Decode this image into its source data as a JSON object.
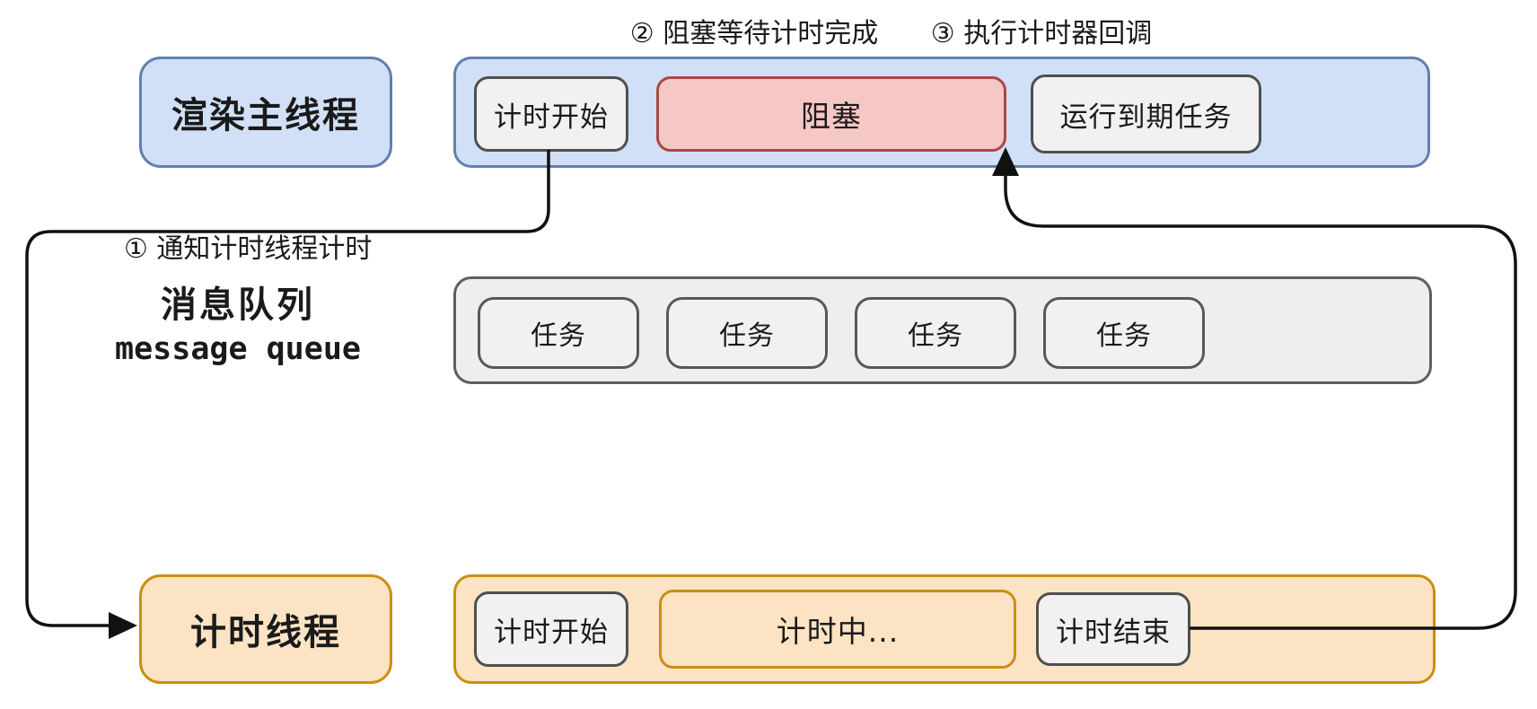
{
  "annotations": {
    "step1": "① 通知计时线程计时",
    "step2": "② 阻塞等待计时完成",
    "step3": "③ 执行计时器回调"
  },
  "main_thread": {
    "label": "渲染主线程",
    "timeline": [
      {
        "label": "计时开始",
        "variant": "gray"
      },
      {
        "label": "阻塞",
        "variant": "red"
      },
      {
        "label": "运行到期任务",
        "variant": "gray"
      }
    ]
  },
  "message_queue": {
    "label_cn": "消息队列",
    "label_en": "message queue",
    "tasks": [
      "任务",
      "任务",
      "任务",
      "任务"
    ]
  },
  "timer_thread": {
    "label": "计时线程",
    "timeline": [
      {
        "label": "计时开始",
        "variant": "gray"
      },
      {
        "label": "计时中...",
        "variant": "orange"
      },
      {
        "label": "计时结束",
        "variant": "gray"
      }
    ]
  },
  "colors": {
    "blue_fill": "#d1e0f7",
    "blue_border": "#6180b2",
    "red_fill": "#f5c8c5",
    "red_border": "#a84843",
    "orange_fill": "#fbe3c3",
    "orange_border": "#cb8e14",
    "gray_fill": "#f1f1f1",
    "gray_border": "#4f4f4f",
    "queue_fill": "#eeeeee",
    "queue_border": "#5f5f5f",
    "line": "#111111"
  }
}
